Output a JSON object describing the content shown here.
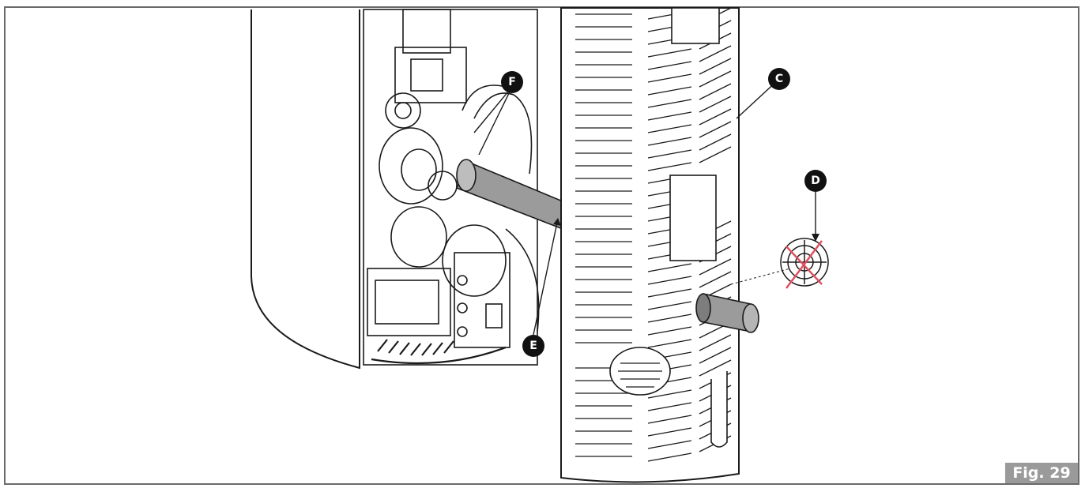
{
  "callouts": {
    "c": "C",
    "d": "D",
    "e": "E",
    "f": "F"
  },
  "figure_label": "Fig. 29",
  "colors": {
    "line": "#1a1a1a",
    "pipe": "#9b9b9b",
    "cross": "#e05060",
    "badge": "#9a9a9a"
  }
}
